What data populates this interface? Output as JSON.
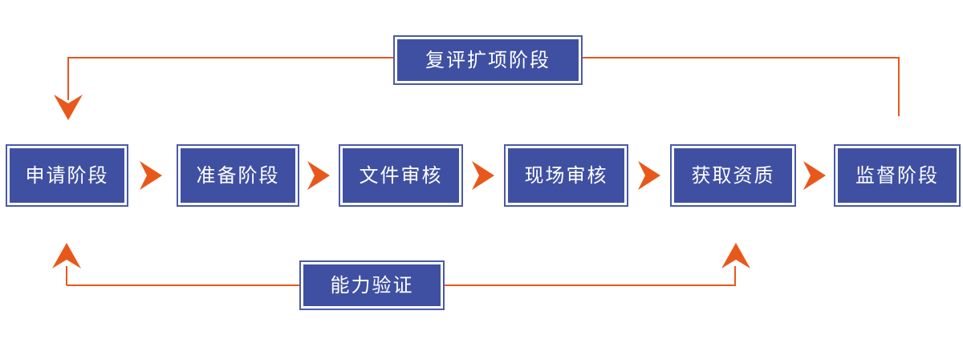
{
  "diagram": {
    "type": "flowchart",
    "colors": {
      "box_fill": "#3f50a2",
      "box_border": "#4a5aab",
      "box_text": "#ffffff",
      "arrow": "#e8581b",
      "background": "#ffffff"
    },
    "main_flow": {
      "direction": "left-to-right",
      "stages": [
        {
          "label": "申请阶段"
        },
        {
          "label": "准备阶段"
        },
        {
          "label": "文件审核"
        },
        {
          "label": "现场审核"
        },
        {
          "label": "获取资质"
        },
        {
          "label": "监督阶段"
        }
      ]
    },
    "top_loop": {
      "label": "复评扩项阶段",
      "description": "feedback arrow from last stage back down to first stage"
    },
    "bottom_loop": {
      "label": "能力验证",
      "description": "line with upward arrows pointing to first stage and fifth stage"
    }
  }
}
